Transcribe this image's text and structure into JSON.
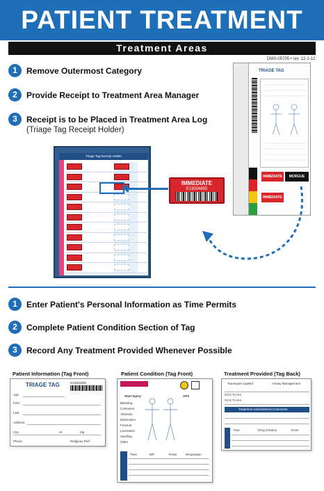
{
  "header": {
    "title": "PATIENT TREATMENT",
    "subtitle": "Treatment Areas"
  },
  "doc_code": "DMS-05705 • rev. 12-1-12",
  "steps_top": [
    {
      "num": "1",
      "text": "Remove Outermost Category"
    },
    {
      "num": "2",
      "text": "Provide Receipt to Treatment Area Manager"
    },
    {
      "num": "3",
      "text": "Receipt is to be Placed in Treatment Area Log",
      "sub": "(Triage Tag Receipt Holder)"
    }
  ],
  "log_board": {
    "title": "Triage Tag Receipt Holder"
  },
  "receipt": {
    "label": "IMMEDIATE",
    "number": "E13004855"
  },
  "tag": {
    "title": "TRIAGE TAG",
    "tab_left": "IMMEDIATE",
    "tab_right": "MORGUE",
    "tab_bottom": "IMMEDIATE"
  },
  "steps_bottom": [
    {
      "num": "1",
      "text": "Enter Patient's Personal Information as Time Permits"
    },
    {
      "num": "2",
      "text": "Complete Patient Condition Section of Tag"
    },
    {
      "num": "3",
      "text": "Record Any Treatment Provided Whenever Possible"
    }
  ],
  "forms": [
    {
      "label": "Patient Information (Tag Front)",
      "tag_title": "TRIAGE TAG",
      "tag_number": "E13004855",
      "fields": [
        "Age",
        "First",
        "Last",
        "Address",
        "City",
        "St",
        "Zip",
        "Phone",
        "Religious Pref"
      ]
    },
    {
      "label": "Patient Condition (Tag Front)",
      "fields": [
        "Start Injury",
        "Bleeding",
        "Contusion",
        "Abrasion",
        "Dislocation",
        "Fracture",
        "Laceration",
        "Swelling",
        "Other"
      ],
      "table_headers": [
        "Time",
        "B/P",
        "Pulse",
        "Respiration"
      ],
      "marks": [
        "APS"
      ]
    },
    {
      "label": "Treatment Provided (Tag Back)",
      "headers": [
        "Time",
        "Drug Solution",
        "Dose"
      ],
      "section": "Treatment Administered Comments",
      "fields": [
        "Tourniquet Applied",
        "Airway Management",
        "GCS Tx Hrs",
        "GCS Tx Hrs"
      ]
    }
  ],
  "colors": {
    "brand_blue": "#1f6fb8",
    "immediate_red": "#d9262c",
    "black": "#111111"
  }
}
